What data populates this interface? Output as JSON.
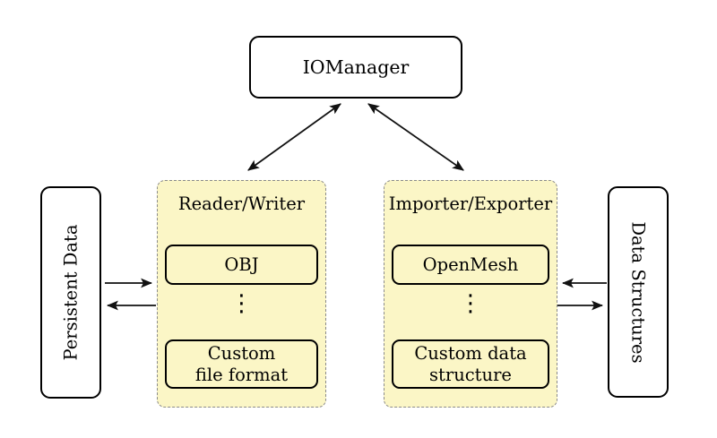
{
  "diagram": {
    "iomanager": {
      "label": "IOManager"
    },
    "persistent_data": {
      "label": "Persistent Data"
    },
    "data_structures": {
      "label": "Data Structures"
    },
    "reader_writer": {
      "title": "Reader/Writer",
      "items": [
        {
          "label": "OBJ"
        },
        {
          "line1": "Custom",
          "line2": "file format"
        }
      ],
      "ellipsis": "⋮"
    },
    "importer_exporter": {
      "title": "Importer/Exporter",
      "items": [
        {
          "label": "OpenMesh"
        },
        {
          "line1": "Custom data",
          "line2": "structure"
        }
      ],
      "ellipsis": "⋮"
    },
    "colors": {
      "group_fill": "#FBF6C6",
      "group_border": "#8A8A8A",
      "box_border": "#000000",
      "box_fill": "#FFFFFF",
      "arrow": "#111111"
    }
  }
}
